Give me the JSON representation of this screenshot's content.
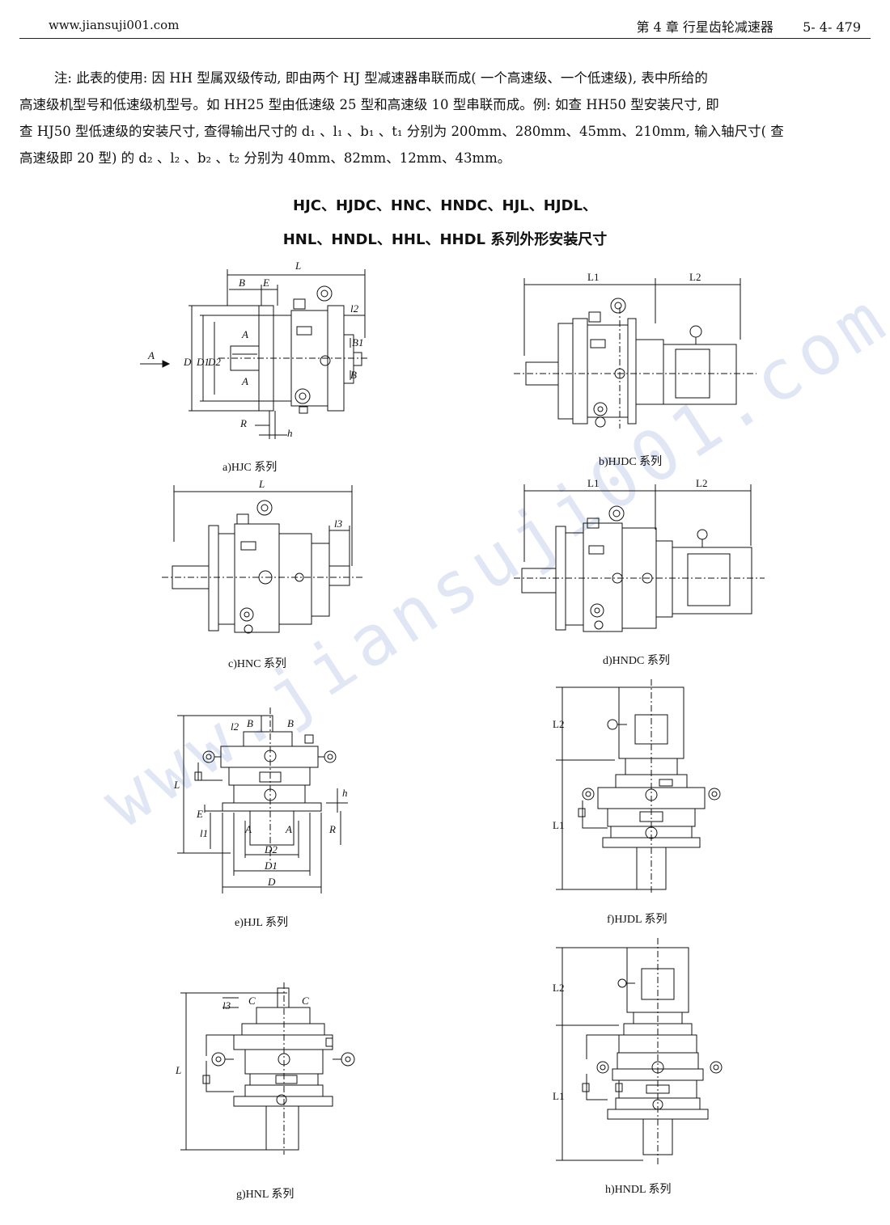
{
  "header": {
    "site": "www.jiansuji001.com",
    "chapter": "第 4 章   行星齿轮减速器",
    "page": "5- 4- 479"
  },
  "note": {
    "line1": "注: 此表的使用: 因 HH 型属双级传动, 即由两个 HJ 型减速器串联而成( 一个高速级、一个低速级), 表中所给的",
    "line2": "高速级机型号和低速级机型号。如 HH25 型由低速级 25 型和高速级 10 型串联而成。例: 如查 HH50 型安装尺寸, 即",
    "line3": "查 HJ50 型低速级的安装尺寸, 查得输出尺寸的 d₁ 、l₁ 、b₁ 、t₁ 分别为 200mm、280mm、45mm、210mm, 输入轴尺寸( 查",
    "line4": "高速级即 20 型) 的 d₂ 、l₂ 、b₂ 、t₂ 分别为 40mm、82mm、12mm、43mm。"
  },
  "title": {
    "line1": "HJC、HJDC、HNC、HNDC、HJL、HJDL、",
    "line2": "HNL、HNDL、HHL、HHDL 系列外形安装尺寸"
  },
  "figures": {
    "a": {
      "caption": "a)HJC  系列",
      "labels": {
        "L": "L",
        "B": "B",
        "E": "E",
        "l2": "l2",
        "A": "A",
        "D": "D",
        "D1": "D1",
        "D2": "D2",
        "B1": "B1",
        "R": "R",
        "h": "h"
      }
    },
    "b": {
      "caption": "b)HJDC 系列",
      "labels": {
        "L1": "L1",
        "L2": "L2"
      }
    },
    "c": {
      "caption": "c)HNC 系列",
      "labels": {
        "L": "L",
        "l3": "l3"
      }
    },
    "d": {
      "caption": "d)HNDC 系列",
      "labels": {
        "L1": "L1",
        "L2": "L2"
      }
    },
    "e": {
      "caption": "e)HJL 系列",
      "labels": {
        "L": "L",
        "l2": "l2",
        "B": "B",
        "E": "E",
        "l1": "l1",
        "A": "A",
        "h": "h",
        "R": "R",
        "D2": "D2",
        "D1": "D1",
        "D": "D"
      }
    },
    "f": {
      "caption": "f)HJDL 系列",
      "labels": {
        "L1": "L1",
        "L2": "L2"
      }
    },
    "g": {
      "caption": "g)HNL 系列",
      "labels": {
        "L": "L",
        "l3": "l3",
        "C": "C"
      }
    },
    "h": {
      "caption": "h)HNDL 系列",
      "labels": {
        "L1": "L1",
        "L2": "L2"
      }
    }
  },
  "watermark": "www.jiansuji001.com"
}
